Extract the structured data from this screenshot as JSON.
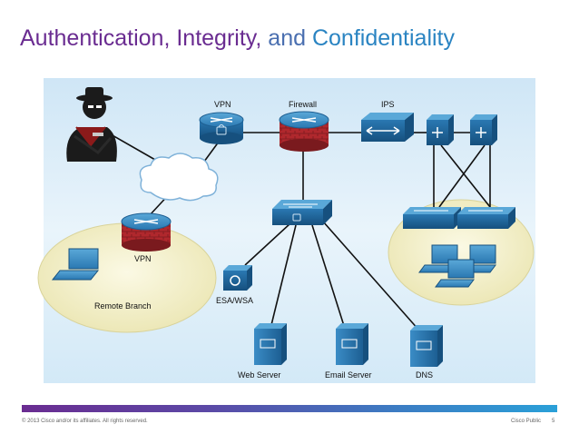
{
  "slide": {
    "title": {
      "part1": "Authentication, Integrity,",
      "part2": " and ",
      "part3": "Confidentiality"
    }
  },
  "diagram": {
    "labels": {
      "vpn_top": "VPN",
      "firewall": "Firewall",
      "ips": "IPS",
      "vpn_branch": "VPN",
      "remote_branch": "Remote Branch",
      "esa_wsa": "ESA/WSA",
      "web_server": "Web Server",
      "email_server": "Email Server",
      "dns": "DNS"
    }
  },
  "footer": {
    "copyright": "© 2013 Cisco and/or its affiliates. All rights reserved.",
    "classification": "Cisco Public",
    "page_number": "5"
  },
  "colors": {
    "title_purple": "#6a2c91",
    "title_blue": "#2a84c2",
    "device_blue": "#1f6fa3",
    "firewall_red": "#b0282d",
    "zone_yellow": "#f2efc6"
  }
}
